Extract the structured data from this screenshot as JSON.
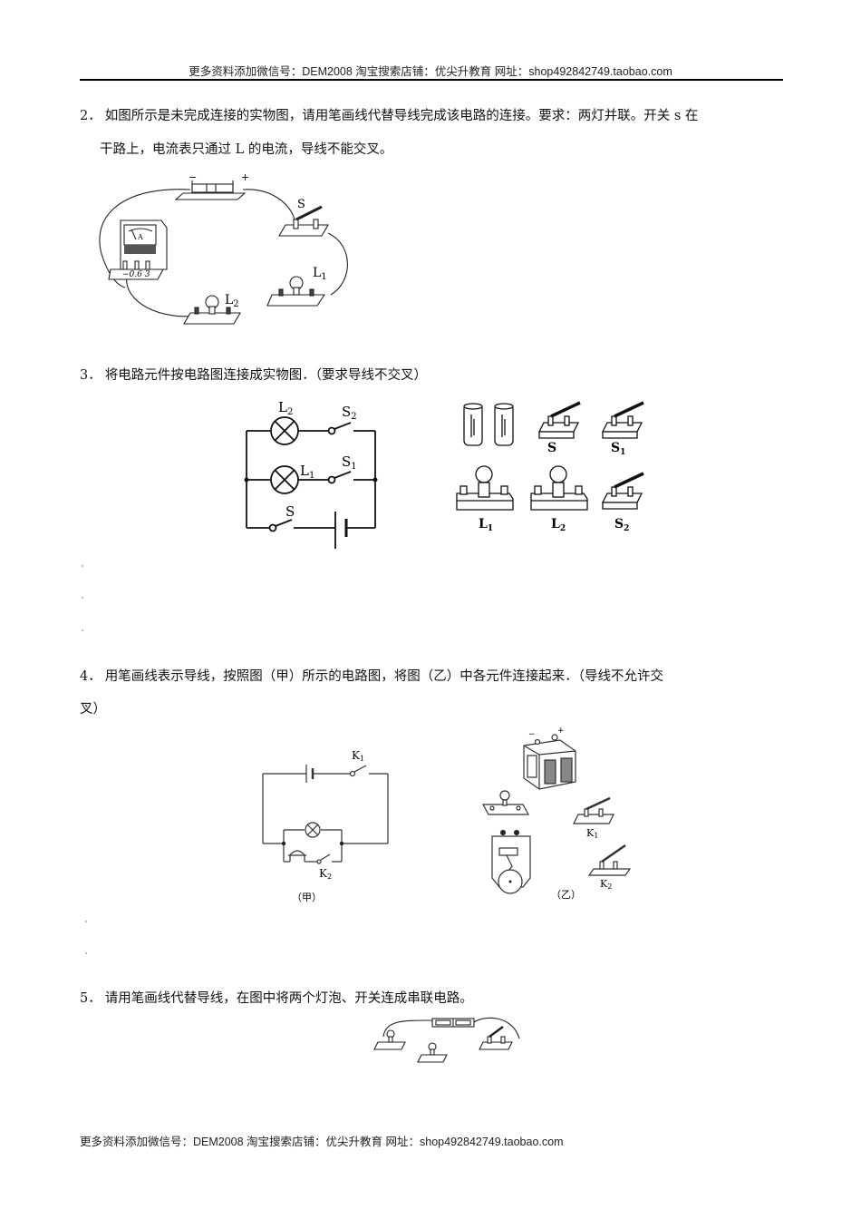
{
  "header": {
    "text": "更多资料添加微信号：DEM2008  淘宝搜索店铺：优尖升教育  网址：shop492842749.taobao.com"
  },
  "questions": [
    {
      "number": "2．",
      "line1": "如图所示是未完成连接的实物图，请用笔画线代替导线完成该电路的连接。要求：两灯并联。开关 s 在",
      "line2": "干路上，电流表只通过 L 的电流，导线不能交叉。",
      "figure": {
        "labels": {
          "minus": "−",
          "plus": "+",
          "switch": "S",
          "lamp1": "L",
          "lamp1_sub": "1",
          "lamp2": "L",
          "lamp2_sub": "2",
          "ammeter": "A",
          "ammeter_scale": "−0.6 3"
        }
      }
    },
    {
      "number": "3．",
      "line1": "将电路元件按电路图连接成实物图．（要求导线不交叉）",
      "schematic": {
        "labels": {
          "L2": "L",
          "L2_sub": "2",
          "S2": "S",
          "S2_sub": "2",
          "L1": "L",
          "L1_sub": "1",
          "S1": "S",
          "S1_sub": "1",
          "S": "S"
        }
      },
      "components": {
        "labels": {
          "S": "S",
          "S1": "S",
          "S1_sub": "1",
          "L1": "L",
          "L1_sub": "1",
          "L2": "L",
          "L2_sub": "2",
          "S2": "S",
          "S2_sub": "2"
        }
      }
    },
    {
      "number": "4．",
      "line1": "用笔画线表示导线，按照图（甲）所示的电路图，将图（乙）中各元件连接起来．（导线不允许交",
      "line2": "叉）",
      "figure_jia": {
        "caption": "（甲）",
        "K1": "K",
        "K1_sub": "1",
        "K2": "K",
        "K2_sub": "2"
      },
      "figure_yi": {
        "caption": "（乙）",
        "K1": "K",
        "K1_sub": "1",
        "K2": "K",
        "K2_sub": "2",
        "minus": "−",
        "plus": "+"
      }
    },
    {
      "number": "5．",
      "line1": "请用笔画线代替导线，在图中将两个灯泡、开关连成串联电路。"
    }
  ],
  "footer": {
    "text": "更多资料添加微信号：DEM2008  淘宝搜索店铺：优尖升教育  网址：shop492842749.taobao.com"
  }
}
